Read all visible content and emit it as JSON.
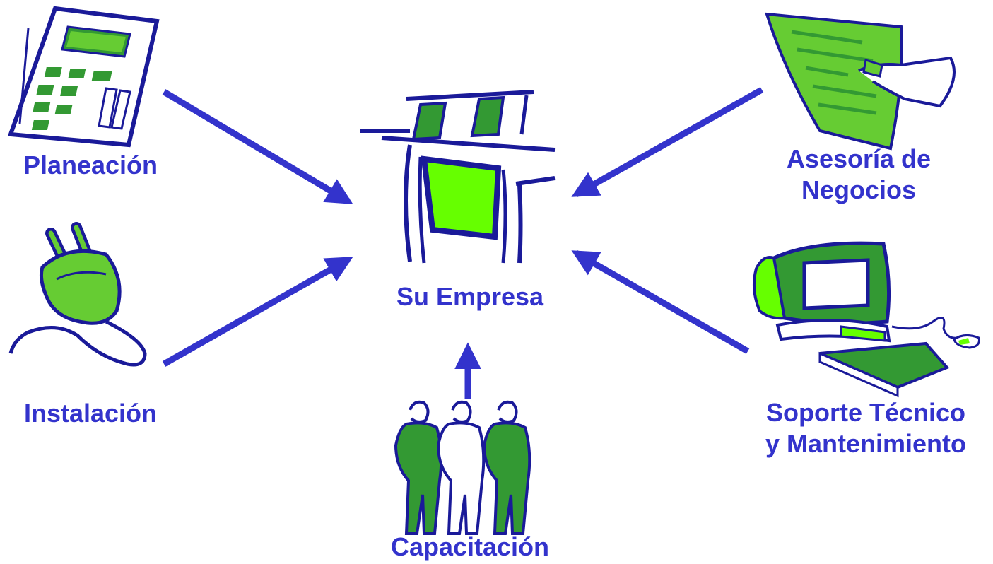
{
  "diagram": {
    "center": {
      "label": "Su Empresa",
      "icon": "storefront-icon"
    },
    "nodes": [
      {
        "id": "planeacion",
        "label": "Planeación",
        "icon": "calculator-icon"
      },
      {
        "id": "instalacion",
        "label": "Instalación",
        "icon": "plug-icon"
      },
      {
        "id": "capacitacion",
        "label": "Capacitación",
        "icon": "people-icon"
      },
      {
        "id": "asesoria",
        "label_lines": [
          "Asesoría de",
          "Negocios"
        ],
        "icon": "document-hand-icon"
      },
      {
        "id": "soporte",
        "label_lines": [
          "Soporte Técnico",
          "y Mantenimiento"
        ],
        "icon": "computer-icon"
      }
    ],
    "colors": {
      "label": "#3333cc",
      "arrow": "#3333cc",
      "accent": "#66ff00",
      "accent_dark": "#339933",
      "outline": "#1a1a99"
    }
  }
}
